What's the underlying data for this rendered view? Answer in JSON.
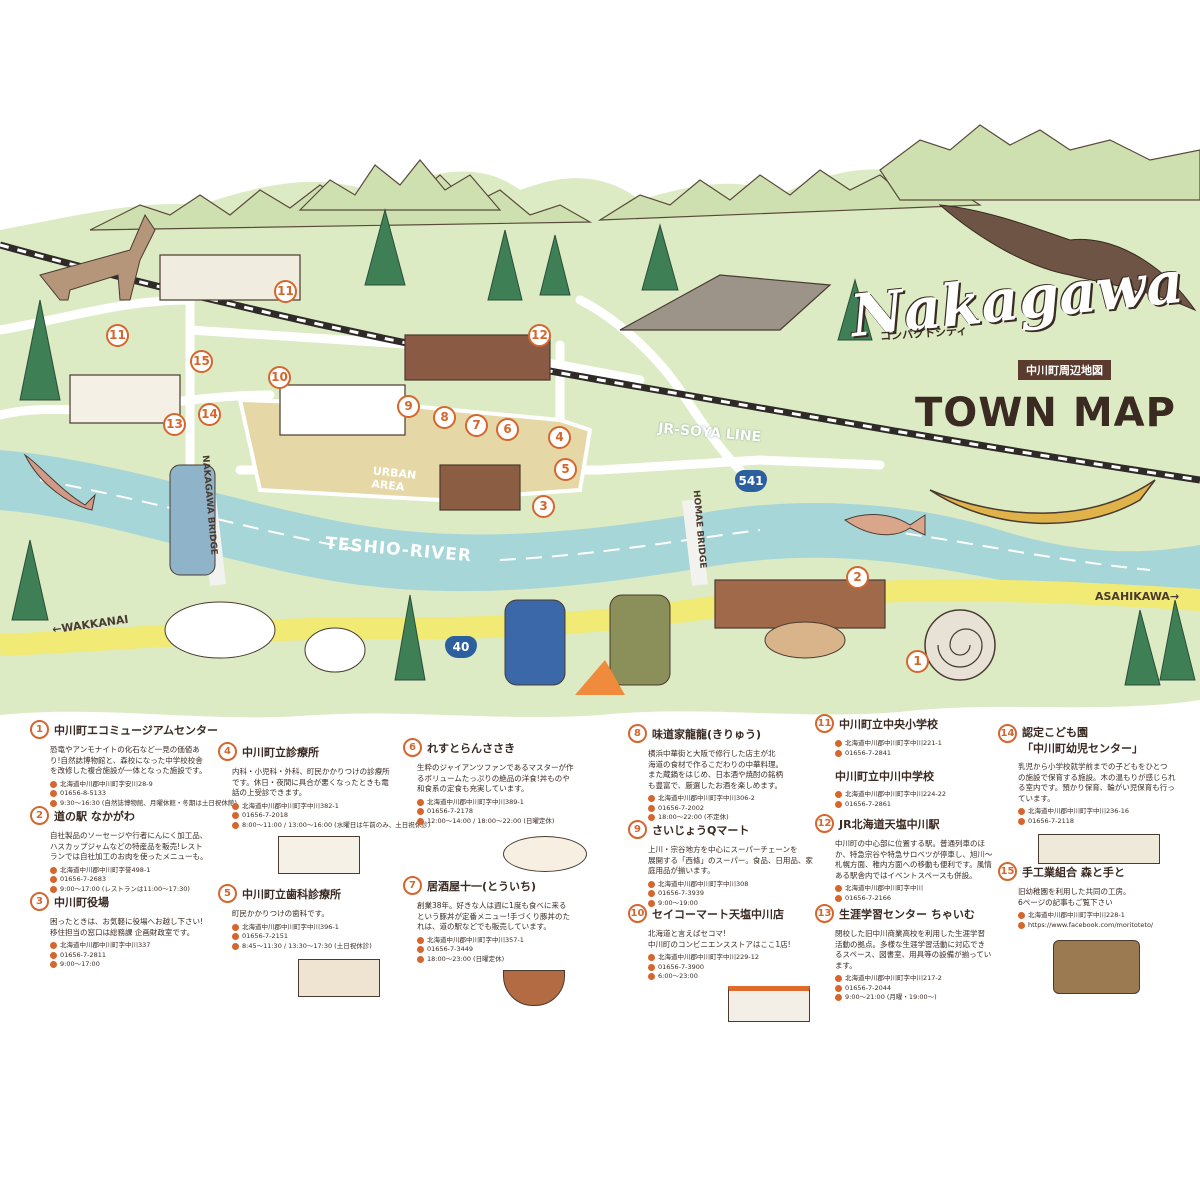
{
  "title": {
    "script": "Nakagawa",
    "katakana": "コンパクトシティ",
    "subtitle": "中川町周辺地図",
    "main": "TOWN MAP"
  },
  "map_labels": {
    "rail": "JR-SOYA LINE",
    "river": "TESHIO-RIVER",
    "urban": "URBAN AREA",
    "bridge1": "NAKAGAWA BRIDGE",
    "bridge2": "HOMAE BRIDGE",
    "west": "←WAKKANAI",
    "east": "ASAHIKAWA→",
    "route541": "541",
    "route40": "40"
  },
  "pins": [
    "1",
    "2",
    "3",
    "4",
    "5",
    "6",
    "7",
    "8",
    "9",
    "10",
    "11",
    "11",
    "12",
    "13",
    "14",
    "15"
  ],
  "entries": [
    {
      "num": "1",
      "title": "中川町エコミュージアムセンター",
      "desc": "恐竜やアンモナイトの化石など一見の価値あ\nり!自然誌博物館と、森校になった中学校校舎\nを改修した複合施設が一体となった施設です。",
      "address": "北海道中川郡中川町字安川28-9",
      "phone": "01656-8-5133",
      "hours": "9:30〜16:30 (自然誌博物館、月曜休館・冬期は土日祝休館)"
    },
    {
      "num": "2",
      "title": "道の駅 なかがわ",
      "desc": "自社製品のソーセージや行者にんにく加工品、\nハスカップジャムなどの特産品を販売!レスト\nランでは自社加工のお肉を使ったメニューも。",
      "address": "北海道中川郡中川町字誉498-1",
      "phone": "01656-7-2683",
      "hours": "9:00〜17:00 (レストランは11:00〜17:30)"
    },
    {
      "num": "3",
      "title": "中川町役場",
      "desc": "困ったときは、お気軽に役場へお越し下さい!\n移住担当の窓口は総務課 企画財政室です。",
      "address": "北海道中川郡中川町字中川337",
      "phone": "01656-7-2811",
      "hours": "9:00〜17:00"
    },
    {
      "num": "4",
      "title": "中川町立診療所",
      "desc": "内科・小児科・外科、町民かかりつけの診療所\nです。休日・夜間に具合が悪くなったときも電\n話の上受診できます。",
      "address": "北海道中川郡中川町字中川382-1",
      "phone": "01656-7-2018",
      "hours": "8:00〜11:00 / 13:00〜16:00 (水曜日は午前のみ、土日祝休診)"
    },
    {
      "num": "5",
      "title": "中川町立歯科診療所",
      "desc": "町民かかりつけの歯科です。",
      "address": "北海道中川郡中川町字中川396-1",
      "phone": "01656-7-2151",
      "hours": "8:45〜11:30 / 13:30〜17:30 (土日祝休診)"
    },
    {
      "num": "6",
      "title": "れすとらんささき",
      "desc": "生粋のジャイアンツファンであるマスターが作\nるボリュームたっぷりの絶品の洋食!丼ものや\n和食系の定食も充実しています。",
      "address": "北海道中川郡中川町字中川389-1",
      "phone": "01656-7-2178",
      "hours": "12:00〜14:00 / 18:00〜22:00 (日曜定休)"
    },
    {
      "num": "7",
      "title": "居酒屋十一(とういち)",
      "desc": "創業38年。好きな人は週に1度も食べに来る\nという豚丼が定番メニュー!手づくり豚丼のた\nれは、道の駅などでも販売しています。",
      "address": "北海道中川郡中川町字中川357-1",
      "phone": "01656-7-3449",
      "hours": "18:00〜23:00 (日曜定休)"
    },
    {
      "num": "8",
      "title": "味道家龍龍(きりゅう)",
      "desc": "横浜中華街と大阪で修行した店主が北\n海道の食材で作るこだわりの中華料理。\nまた蔵鍋をはじめ、日本酒や焼酎の銘柄\nも豊富で、厳選したお酒を楽しめます。",
      "address": "北海道中川郡中川町字中川306-2",
      "phone": "01656-7-2002",
      "hours": "18:00〜22:00 (不定休)"
    },
    {
      "num": "9",
      "title": "さいじょうQマート",
      "desc": "上川・宗谷地方を中心にスーパーチェーンを\n展開する「西條」のスーパー。食品、日用品、家\n庭用品が揃います。",
      "address": "北海道中川郡中川町字中川308",
      "phone": "01656-7-3939",
      "hours": "9:00〜19:00"
    },
    {
      "num": "10",
      "title": "セイコーマート天塩中川店",
      "desc": "北海道と言えばセコマ!\n中川町のコンビニエンスストアはここ1店!",
      "address": "北海道中川郡中川町字中川229-12",
      "phone": "01656-7-3900",
      "hours": "6:00〜23:00"
    },
    {
      "num": "11",
      "title": "中川町立中央小学校",
      "desc": "",
      "address": "北海道中川郡中川町字中川221-1",
      "phone": "01656-7-2841",
      "hours": ""
    },
    {
      "num": "",
      "title": "中川町立中川中学校",
      "desc": "",
      "address": "北海道中川郡中川町字中川224-22",
      "phone": "01656-7-2861",
      "hours": ""
    },
    {
      "num": "12",
      "title": "JR北海道天塩中川駅",
      "desc": "中川町の中心部に位置する駅。普通列車のほ\nか、特急宗谷や特急サロベツが停車し、旭川〜\n札幌方面、稚内方面への移動も便利です。風情\nある駅舎内ではイベントスペースも併設。",
      "address": "北海道中川郡中川町字中川",
      "phone": "01656-7-2166",
      "hours": ""
    },
    {
      "num": "13",
      "title": "生涯学習センター ちゃいむ",
      "desc": "閉校した旧中川商業高校を利用した生涯学習\n活動の拠点。多様な生涯学習活動に対応でき\nるスペース、図書室、用具等の設備が揃ってい\nます。",
      "address": "北海道中川郡中川町字中川217-2",
      "phone": "01656-7-2044",
      "hours": "9:00〜21:00 (月曜・19:00〜)"
    },
    {
      "num": "14",
      "title": "認定こども園\n「中川町幼児センター」",
      "desc": "乳児から小学校就学前までの子どもをひとつ\nの施設で保育する施設。木の温もりが感じられ\nる室内です。預かり保育、輪がい児保育も行っ\nています。",
      "address": "北海道中川郡中川町字中川236-16",
      "phone": "01656-7-2118",
      "hours": ""
    },
    {
      "num": "15",
      "title": "手工業組合 森と手と",
      "desc": "旧幼稚園を利用した共同の工房。\n6ページの記事もご覧下さい",
      "address": "北海道中川郡中川町字中川228-1",
      "phone": "",
      "hours": "",
      "url": "https://www.facebook.com/moritoteto/"
    }
  ]
}
